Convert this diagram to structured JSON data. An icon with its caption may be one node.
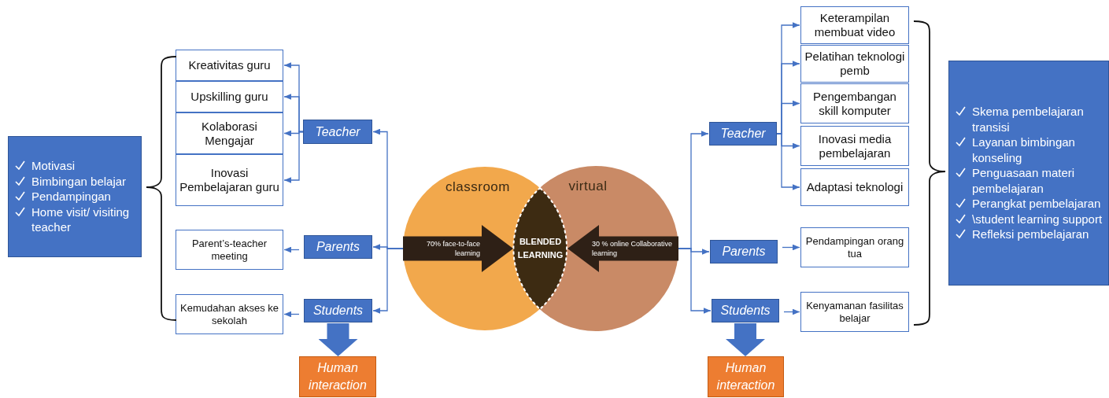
{
  "diagram": {
    "nodes": [
      {
        "text": [
          "Motivasi",
          "Bimbingan belajar",
          "Pendampingan",
          "Home visit/ visiting teacher"
        ]
      },
      {
        "text": [
          "Kreativitas guru"
        ]
      },
      {
        "text": [
          "Upskilling guru"
        ]
      },
      {
        "text": [
          "Kolaborasi Mengajar"
        ]
      },
      {
        "text": [
          "Inovasi Pembelajaran guru"
        ]
      },
      {
        "text": [
          "Parent’s-teacher meeting"
        ]
      },
      {
        "text": [
          "Kemudahan akses ke sekolah"
        ]
      },
      {
        "text": [
          "Teacher"
        ]
      },
      {
        "text": [
          "Parents"
        ]
      },
      {
        "text": [
          "Students"
        ]
      },
      {
        "text": [
          "Human interaction"
        ]
      },
      {
        "text": [
          "classroom"
        ]
      },
      {
        "text": [
          "virtual"
        ]
      },
      {
        "text": [
          "BLENDED LEARNING"
        ]
      },
      {
        "text": [
          "Teacher"
        ]
      },
      {
        "text": [
          "Parents"
        ]
      },
      {
        "text": [
          "Students"
        ]
      },
      {
        "text": [
          "Human interaction"
        ]
      },
      {
        "text": [
          "Keterampilan membuat video"
        ]
      },
      {
        "text": [
          "Pelatihan teknologi pemb"
        ]
      },
      {
        "text": [
          "Pengembangan skill komputer"
        ]
      },
      {
        "text": [
          "Inovasi media pembelajaran"
        ]
      },
      {
        "text": [
          "Adaptasi teknologi"
        ]
      },
      {
        "text": [
          "Pendampingan orang tua"
        ]
      },
      {
        "text": [
          "Kenyamanan fasilitas belajar"
        ]
      },
      {
        "text": [
          "Skema pembelajaran transisi",
          "Layanan bimbingan konseling",
          "Penguasaan materi pembelajaran",
          "Perangkat pembelajaran",
          "\\student learning support",
          "Refleksi pembelajaran"
        ]
      }
    ],
    "edges": [
      {
        "from": 11,
        "to": 7,
        "arrow": "to"
      },
      {
        "from": 11,
        "to": 8,
        "arrow": "to"
      },
      {
        "from": 11,
        "to": 9,
        "arrow": "to"
      },
      {
        "from": 7,
        "to": 1,
        "arrow": "to"
      },
      {
        "from": 7,
        "to": 2,
        "arrow": "to"
      },
      {
        "from": 7,
        "to": 3,
        "arrow": "to"
      },
      {
        "from": 7,
        "to": 4,
        "arrow": "to"
      },
      {
        "from": 8,
        "to": 5,
        "arrow": "to"
      },
      {
        "from": 9,
        "to": 6,
        "arrow": "to"
      },
      {
        "from": 9,
        "to": 10,
        "arrow": "to",
        "style": "thick"
      },
      {
        "from": 12,
        "to": 14,
        "arrow": "to"
      },
      {
        "from": 12,
        "to": 15,
        "arrow": "to"
      },
      {
        "from": 12,
        "to": 16,
        "arrow": "to"
      },
      {
        "from": 14,
        "to": 18,
        "arrow": "to"
      },
      {
        "from": 14,
        "to": 19,
        "arrow": "to"
      },
      {
        "from": 14,
        "to": 20,
        "arrow": "to"
      },
      {
        "from": 14,
        "to": 21,
        "arrow": "to"
      },
      {
        "from": 14,
        "to": 22,
        "arrow": "to"
      },
      {
        "from": 15,
        "to": 23,
        "arrow": "to"
      },
      {
        "from": 16,
        "to": 24,
        "arrow": "to"
      },
      {
        "from": 16,
        "to": 17,
        "arrow": "to",
        "style": "thick"
      },
      {
        "from": 11,
        "to": 13,
        "arrow": "to",
        "label": "70% face-to-face learning",
        "style": "thick",
        "color": "#2e2016"
      },
      {
        "from": 12,
        "to": 13,
        "arrow": "to",
        "label": "30 % online Collaborative learning",
        "style": "thick",
        "color": "#2e2016"
      }
    ]
  }
}
